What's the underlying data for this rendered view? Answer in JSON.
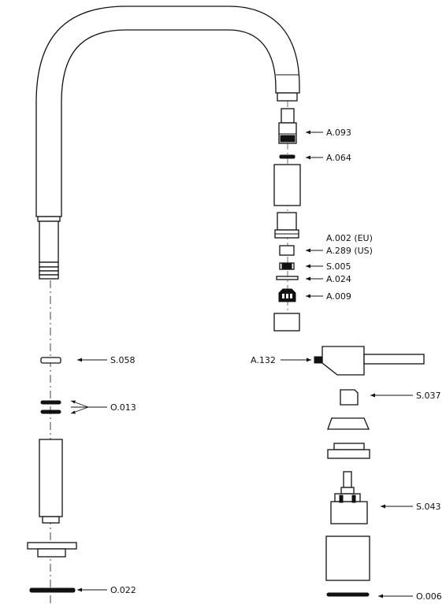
{
  "labels": {
    "a093": "A.093",
    "a064": "A.064",
    "a002": "A.002 (EU)",
    "a289": "A.289 (US)",
    "s005": "S.005",
    "a024": "A.024",
    "a009": "A.009",
    "a132": "A.132",
    "s037": "S.037",
    "s043": "S.043",
    "o006": "O.006",
    "s058": "S.058",
    "o013": "O.013",
    "o022": "O.022"
  }
}
